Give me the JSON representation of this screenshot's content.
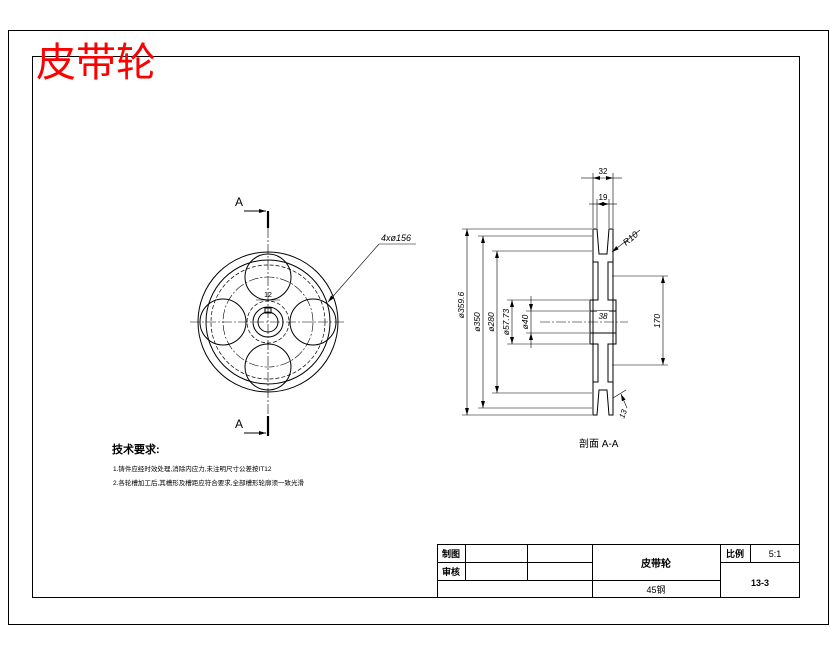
{
  "drawing_title": "皮带轮",
  "colors": {
    "title": "#ff0000",
    "line": "#000000",
    "background": "#ffffff"
  },
  "front_view": {
    "section_mark_top": "A",
    "section_mark_bottom": "A",
    "hole_callout": "4xø156",
    "keyway_dim": "12"
  },
  "section_view": {
    "caption": "剖面 A-A",
    "dims": {
      "rim_width": "32",
      "groove_width": "19",
      "radius": "R10",
      "outer_dia": "ø359.6",
      "pitch_dia": "ø350",
      "web_dia": "ø280",
      "hub_dia": "ø57.73",
      "bore_dia": "ø40",
      "hub_len": "38",
      "span": "170",
      "edge": "13"
    }
  },
  "technical_requirements": {
    "heading": "技术要求:",
    "items": [
      "1.铸件应经时效处理,消除内应力,未注明尺寸公差按IT12",
      "2.各轮槽加工后,其槽形及槽距应符合要求,全部槽形轮廓须一致光滑"
    ]
  },
  "title_block": {
    "drawn_by_label": "制图",
    "checked_by_label": "审核",
    "part_name": "皮带轮",
    "material": "45钢",
    "scale_label": "比例",
    "scale_value": "5:1",
    "drawing_no": "13-3"
  }
}
